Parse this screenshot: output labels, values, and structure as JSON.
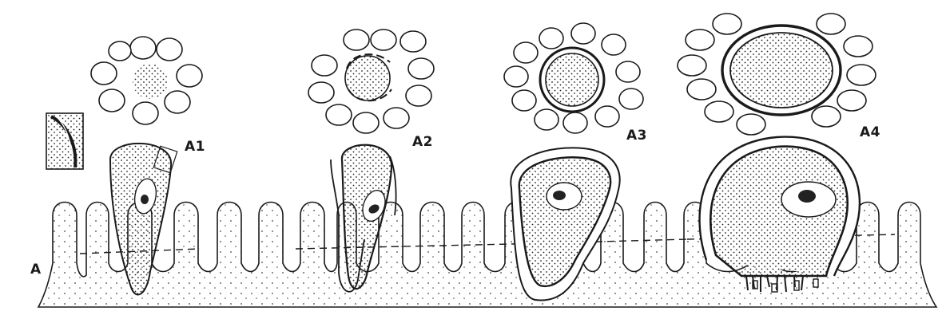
{
  "labels": {
    "a": "A",
    "a1": "A1",
    "a2": "A2",
    "a3": "A3",
    "a4": "A4"
  },
  "colors": {
    "ink": "#1a1a1a",
    "paper": "#ffffff"
  }
}
